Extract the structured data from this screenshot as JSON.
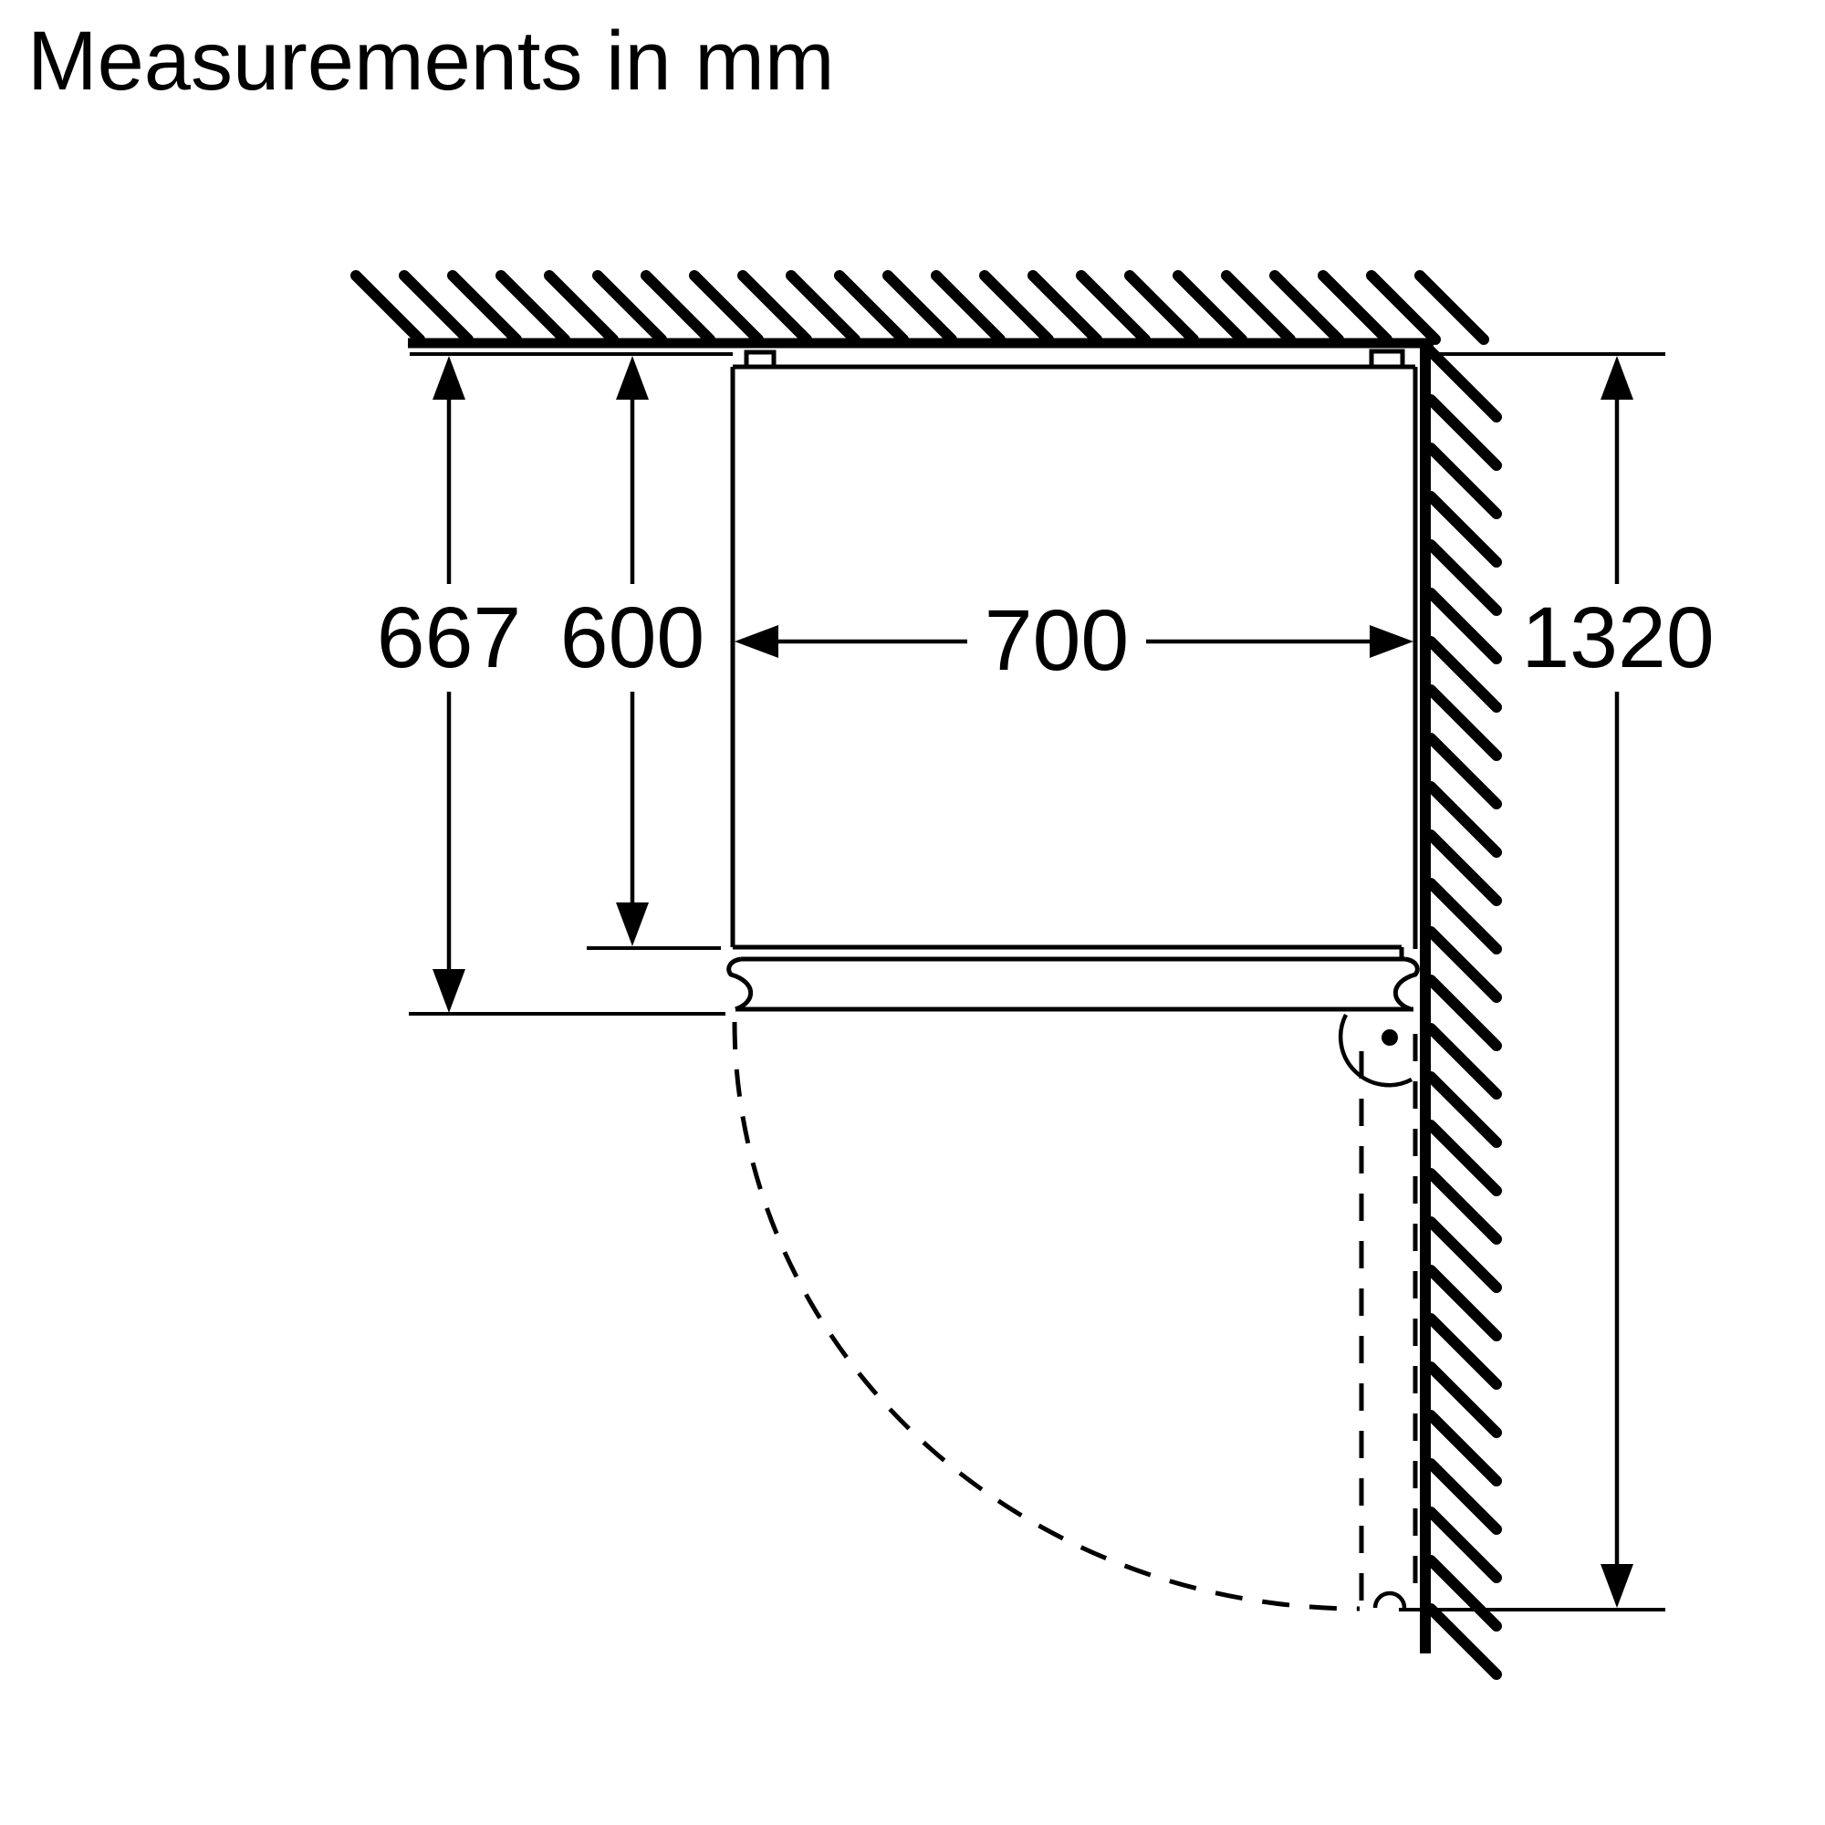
{
  "title": "Measurements in mm",
  "diagram": {
    "unit": "mm",
    "view": "top-view-installation-drawing",
    "dimensions": {
      "depth_total_with_door": "667",
      "depth_body": "600",
      "width": "700",
      "door_open_clearance": "1320"
    }
  },
  "colors": {
    "ink": "#000000",
    "background": "#ffffff"
  }
}
